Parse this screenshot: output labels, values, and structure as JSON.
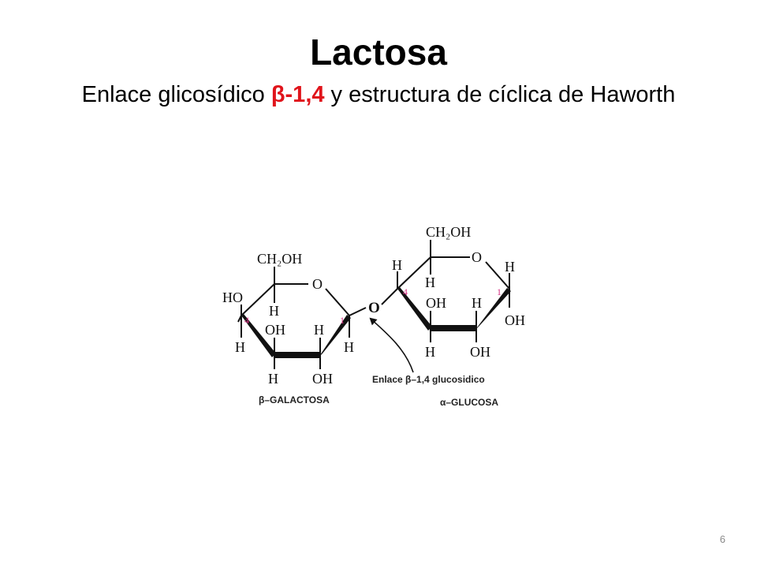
{
  "slide": {
    "title": "Lactosa",
    "subtitle": {
      "before": "Enlace glicosídico ",
      "highlight": "β-1,4",
      "after": " y estructura de cíclica de Haworth"
    },
    "page_number": "6"
  },
  "diagram": {
    "galactose": {
      "ch2oh": "CH₂OH",
      "ring_o": "O",
      "ho": "HO",
      "h_c4_down": "H",
      "h_c5": "H",
      "oh_c3": "OH",
      "h_c2": "H",
      "h_c3_down": "H",
      "oh_c2_down": "OH",
      "h_c1": "H",
      "c4_num": "4",
      "c1_num": "1",
      "name": "β–GALACTOSA"
    },
    "bridge_o": "O",
    "glucose": {
      "ch2oh": "CH₂OH",
      "ring_o": "O",
      "h_c4_up": "H",
      "h_c5": "H",
      "h_c1_up": "H",
      "oh_c3": "OH",
      "h_c2": "H",
      "oh_c1": "OH",
      "h_c3_down": "H",
      "oh_c2_down": "OH",
      "c4_num": "4",
      "c1_num": "1",
      "name": "α–GLUCOSA"
    },
    "bond_label": "Enlace β–1,4 glucosidico",
    "colors": {
      "number": "#d63384",
      "ink": "#111111"
    }
  }
}
